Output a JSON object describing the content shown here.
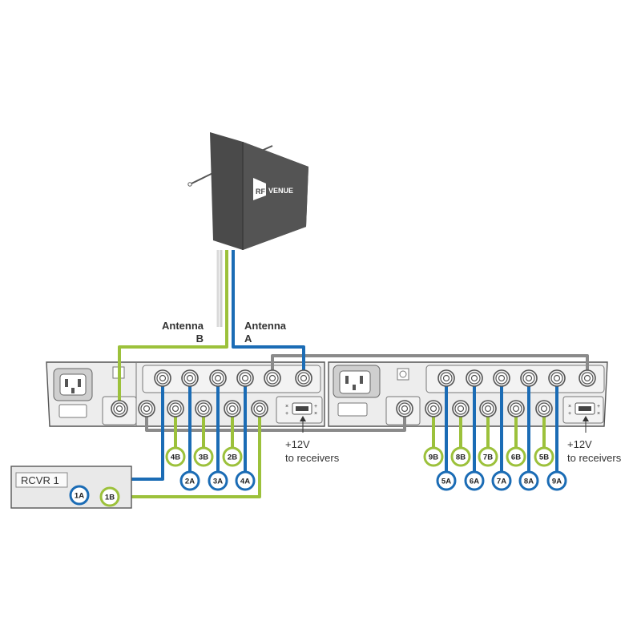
{
  "antenna": {
    "brand_rf": "RF",
    "brand_venue": "VENUE"
  },
  "labels": {
    "antenna_b": [
      "Antenna",
      "B"
    ],
    "antenna_a": [
      "Antenna",
      "A"
    ],
    "power_1": [
      "+12V",
      "to receivers"
    ],
    "power_2": [
      "+12V",
      "to receivers"
    ],
    "receiver": "RCVR 1"
  },
  "ports": [
    {
      "id": "4B",
      "color": "green"
    },
    {
      "id": "3B",
      "color": "green"
    },
    {
      "id": "2B",
      "color": "green"
    },
    {
      "id": "2A",
      "color": "blue"
    },
    {
      "id": "3A",
      "color": "blue"
    },
    {
      "id": "4A",
      "color": "blue"
    },
    {
      "id": "9B",
      "color": "green"
    },
    {
      "id": "8B",
      "color": "green"
    },
    {
      "id": "7B",
      "color": "green"
    },
    {
      "id": "6B",
      "color": "green"
    },
    {
      "id": "5B",
      "color": "green"
    },
    {
      "id": "5A",
      "color": "blue"
    },
    {
      "id": "6A",
      "color": "blue"
    },
    {
      "id": "7A",
      "color": "blue"
    },
    {
      "id": "8A",
      "color": "blue"
    },
    {
      "id": "9A",
      "color": "blue"
    },
    {
      "id": "1A",
      "color": "blue"
    },
    {
      "id": "1B",
      "color": "green"
    }
  ],
  "colors": {
    "blue": "#1b6cb5",
    "green": "#9cc13b",
    "cable_gray": "#8a8a8a",
    "panel": "#e9e9e9",
    "antenna_body": "#4a4a4a"
  }
}
